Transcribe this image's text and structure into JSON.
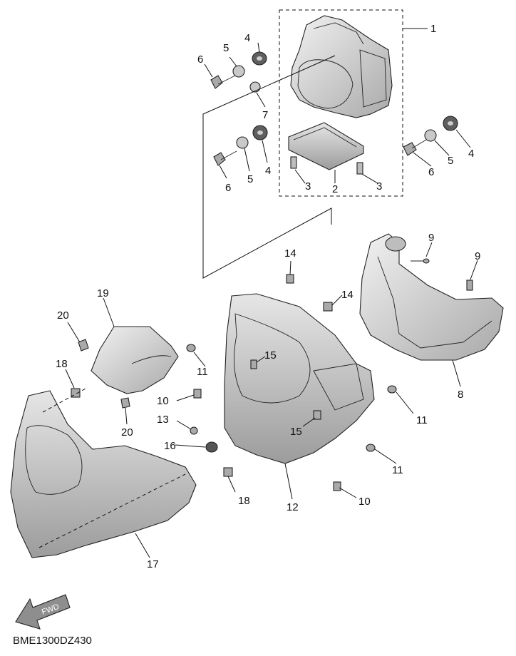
{
  "diagram": {
    "drawing_code": "BME1300DZ430",
    "fwd_label": "FWD",
    "callouts": [
      "1",
      "2",
      "3",
      "3",
      "4",
      "4",
      "4",
      "5",
      "5",
      "5",
      "6",
      "6",
      "6",
      "7",
      "8",
      "9",
      "9",
      "10",
      "10",
      "11",
      "11",
      "11",
      "12",
      "13",
      "14",
      "14",
      "15",
      "15",
      "16",
      "17",
      "18",
      "18",
      "19",
      "20",
      "20"
    ]
  },
  "colors": {
    "part_fill": "#d7d7d7",
    "part_dark": "#9a9a9a",
    "line": "#222222",
    "background": "#ffffff"
  }
}
